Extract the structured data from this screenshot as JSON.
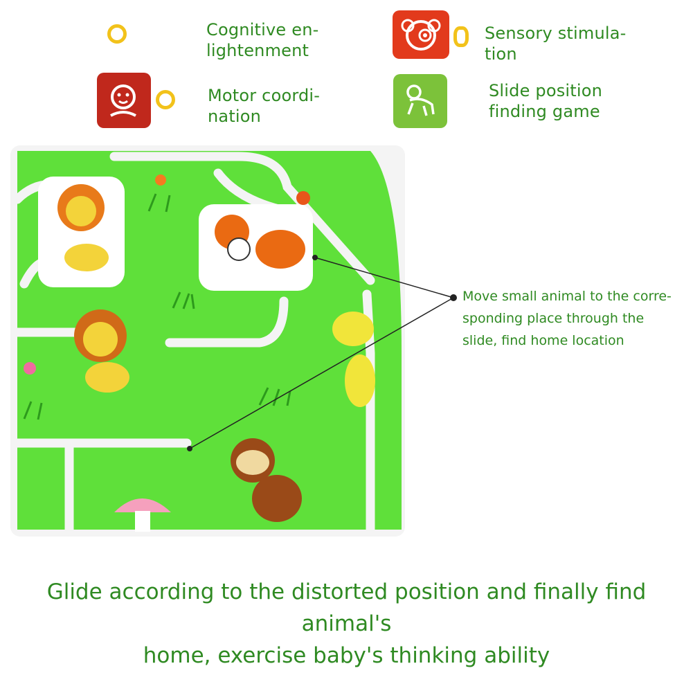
{
  "features": [
    {
      "label": "Cognitive en-\nlightenment",
      "icon": "star-bubble-icon"
    },
    {
      "label": "Sensory stimula-\ntion",
      "icon": "monkey-face-icon",
      "color": "#e23a1c"
    },
    {
      "label": "Motor coordi-\nnation",
      "icon": "child-face-icon",
      "color": "#c0281c"
    },
    {
      "label": "Slide position\nfinding game",
      "icon": "crawling-baby-icon",
      "color": "#7cc23a"
    }
  ],
  "annotation": "Move small animal to the corre-\nsponding place through the\nslide, find home location",
  "caption": "Glide according to the distorted position and finally find animal's\nhome, exercise baby's thinking ability",
  "colors": {
    "text_green": "#2f8a22",
    "board_green": "#5fe03a",
    "slot_white": "#f4f4f4"
  }
}
